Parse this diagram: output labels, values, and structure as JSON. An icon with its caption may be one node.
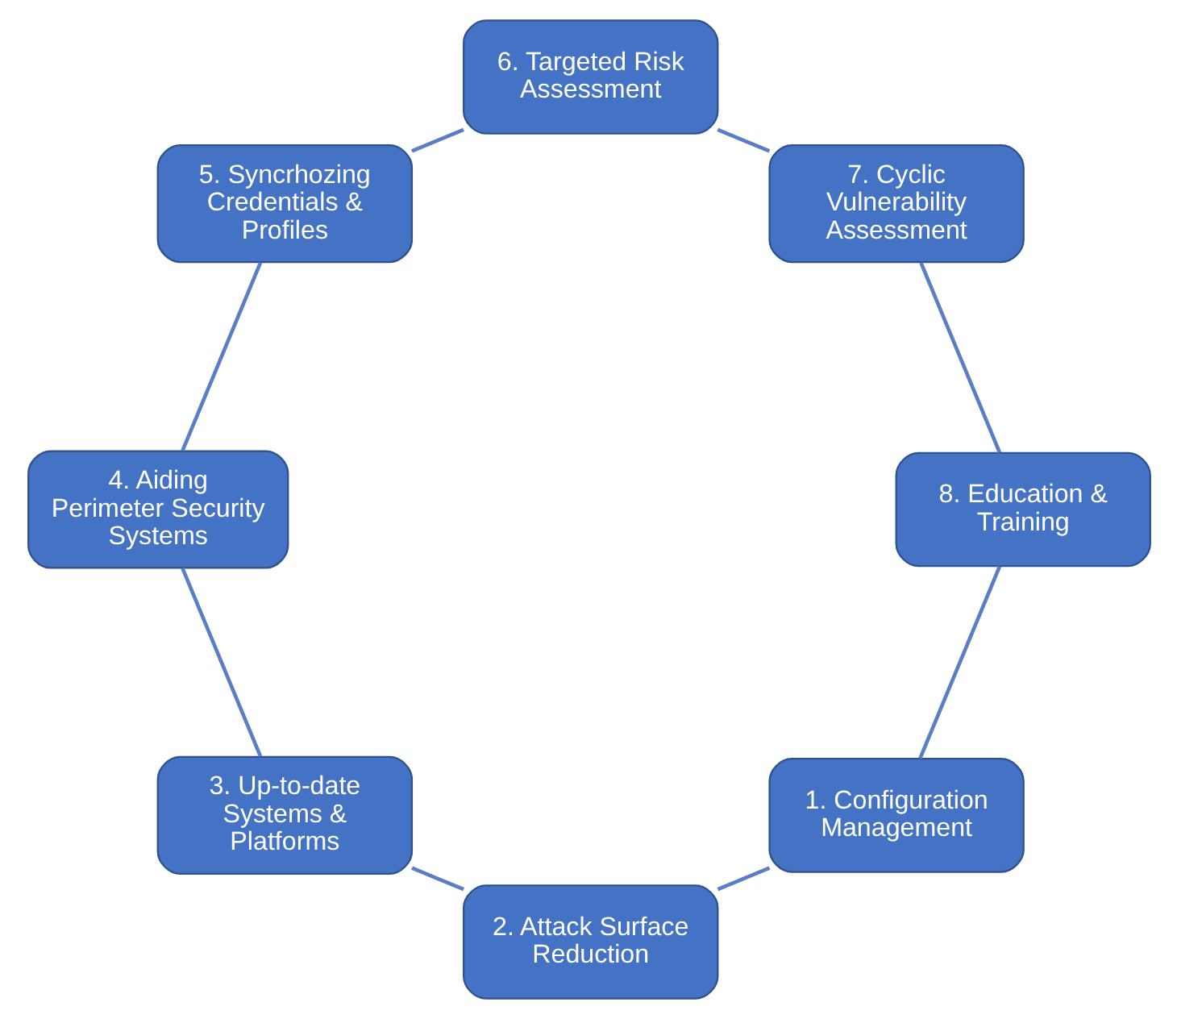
{
  "diagram": {
    "nodes": [
      {
        "text": [
          "1. Configuration Management"
        ]
      },
      {
        "text": [
          "2. Attack Surface Reduction"
        ]
      },
      {
        "text": [
          "3. Up-to-date Systems & Platforms"
        ]
      },
      {
        "text": [
          "4. Aiding Perimeter Security Systems"
        ]
      },
      {
        "text": [
          "5. Syncrhozing Credentials & Profiles"
        ]
      },
      {
        "text": [
          "6. Targeted Risk Assessment"
        ]
      },
      {
        "text": [
          "7. Cyclic Vulnerability Assessment"
        ]
      },
      {
        "text": [
          "8. Education & Training"
        ]
      }
    ],
    "edges": [
      {
        "from": 0,
        "to": 1,
        "arrow": "none"
      },
      {
        "from": 1,
        "to": 2,
        "arrow": "none"
      },
      {
        "from": 2,
        "to": 3,
        "arrow": "none"
      },
      {
        "from": 3,
        "to": 4,
        "arrow": "none"
      },
      {
        "from": 4,
        "to": 5,
        "arrow": "none"
      },
      {
        "from": 5,
        "to": 6,
        "arrow": "none"
      },
      {
        "from": 6,
        "to": 7,
        "arrow": "none"
      },
      {
        "from": 7,
        "to": 0,
        "arrow": "none"
      }
    ]
  }
}
